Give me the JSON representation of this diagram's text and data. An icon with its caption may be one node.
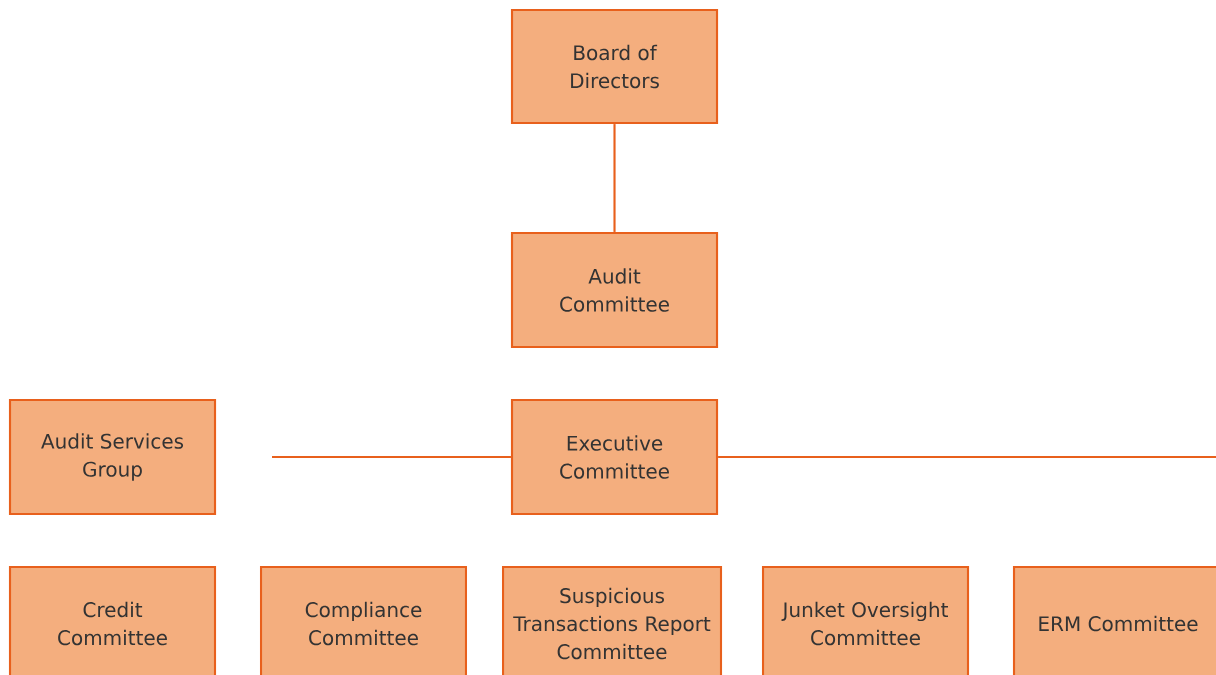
{
  "diagram": {
    "nodes": [
      {
        "text": [
          "Board of Directors"
        ]
      },
      {
        "text": [
          "Audit Committee"
        ]
      },
      {
        "text": [
          "Audit Services Group"
        ]
      },
      {
        "text": [
          "Executive Committee"
        ]
      },
      {
        "text": [
          "Credit Committee"
        ]
      },
      {
        "text": [
          "Compliance Committee"
        ]
      },
      {
        "text": [
          "Suspicious Transactions Report Committee"
        ]
      },
      {
        "text": [
          "Junket Oversight Committee"
        ]
      },
      {
        "text": [
          "ERM Committee"
        ]
      }
    ],
    "edges": [
      {
        "from": 0,
        "to": 1,
        "arrow": "none"
      },
      {
        "from": 3,
        "to": null,
        "arrow": "none"
      },
      {
        "from": 3,
        "to": null,
        "arrow": "none"
      }
    ]
  }
}
